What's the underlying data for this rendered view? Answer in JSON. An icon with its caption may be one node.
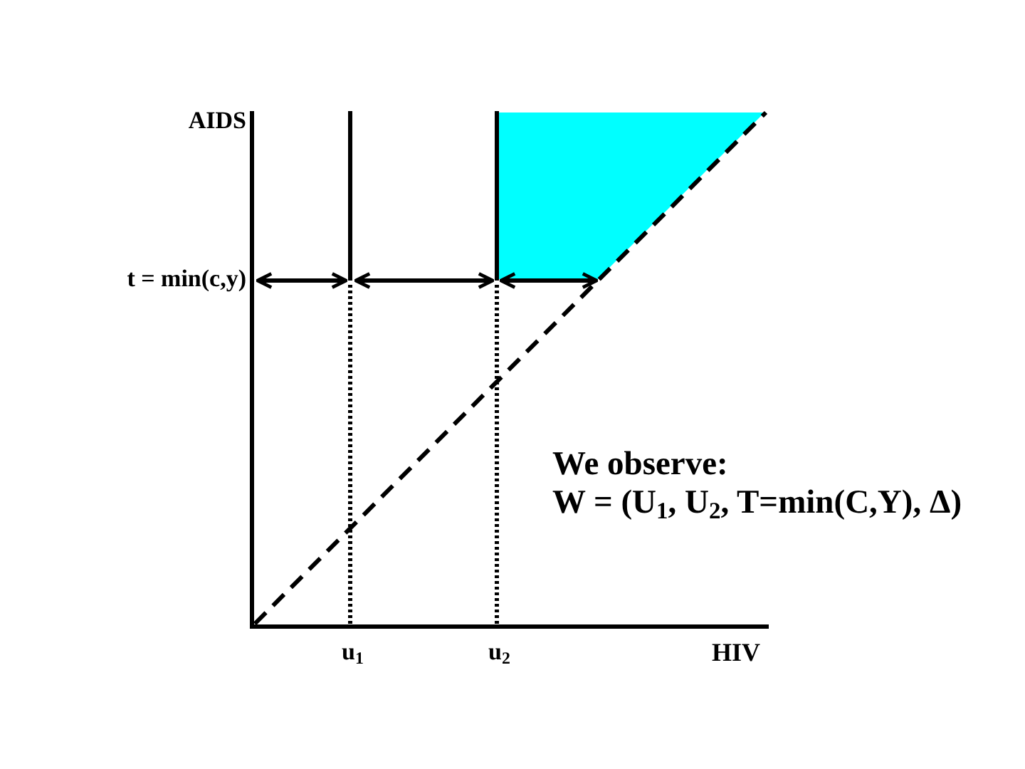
{
  "diagram": {
    "labels": [
      "AIDS",
      "t = min(c,y)",
      "We observe:",
      "W = (U$_{1}$, U$_{2}$, T=min(C,Y), Δ)",
      "u$_{1}$",
      "u$_{2}$",
      "HIV"
    ]
  }
}
